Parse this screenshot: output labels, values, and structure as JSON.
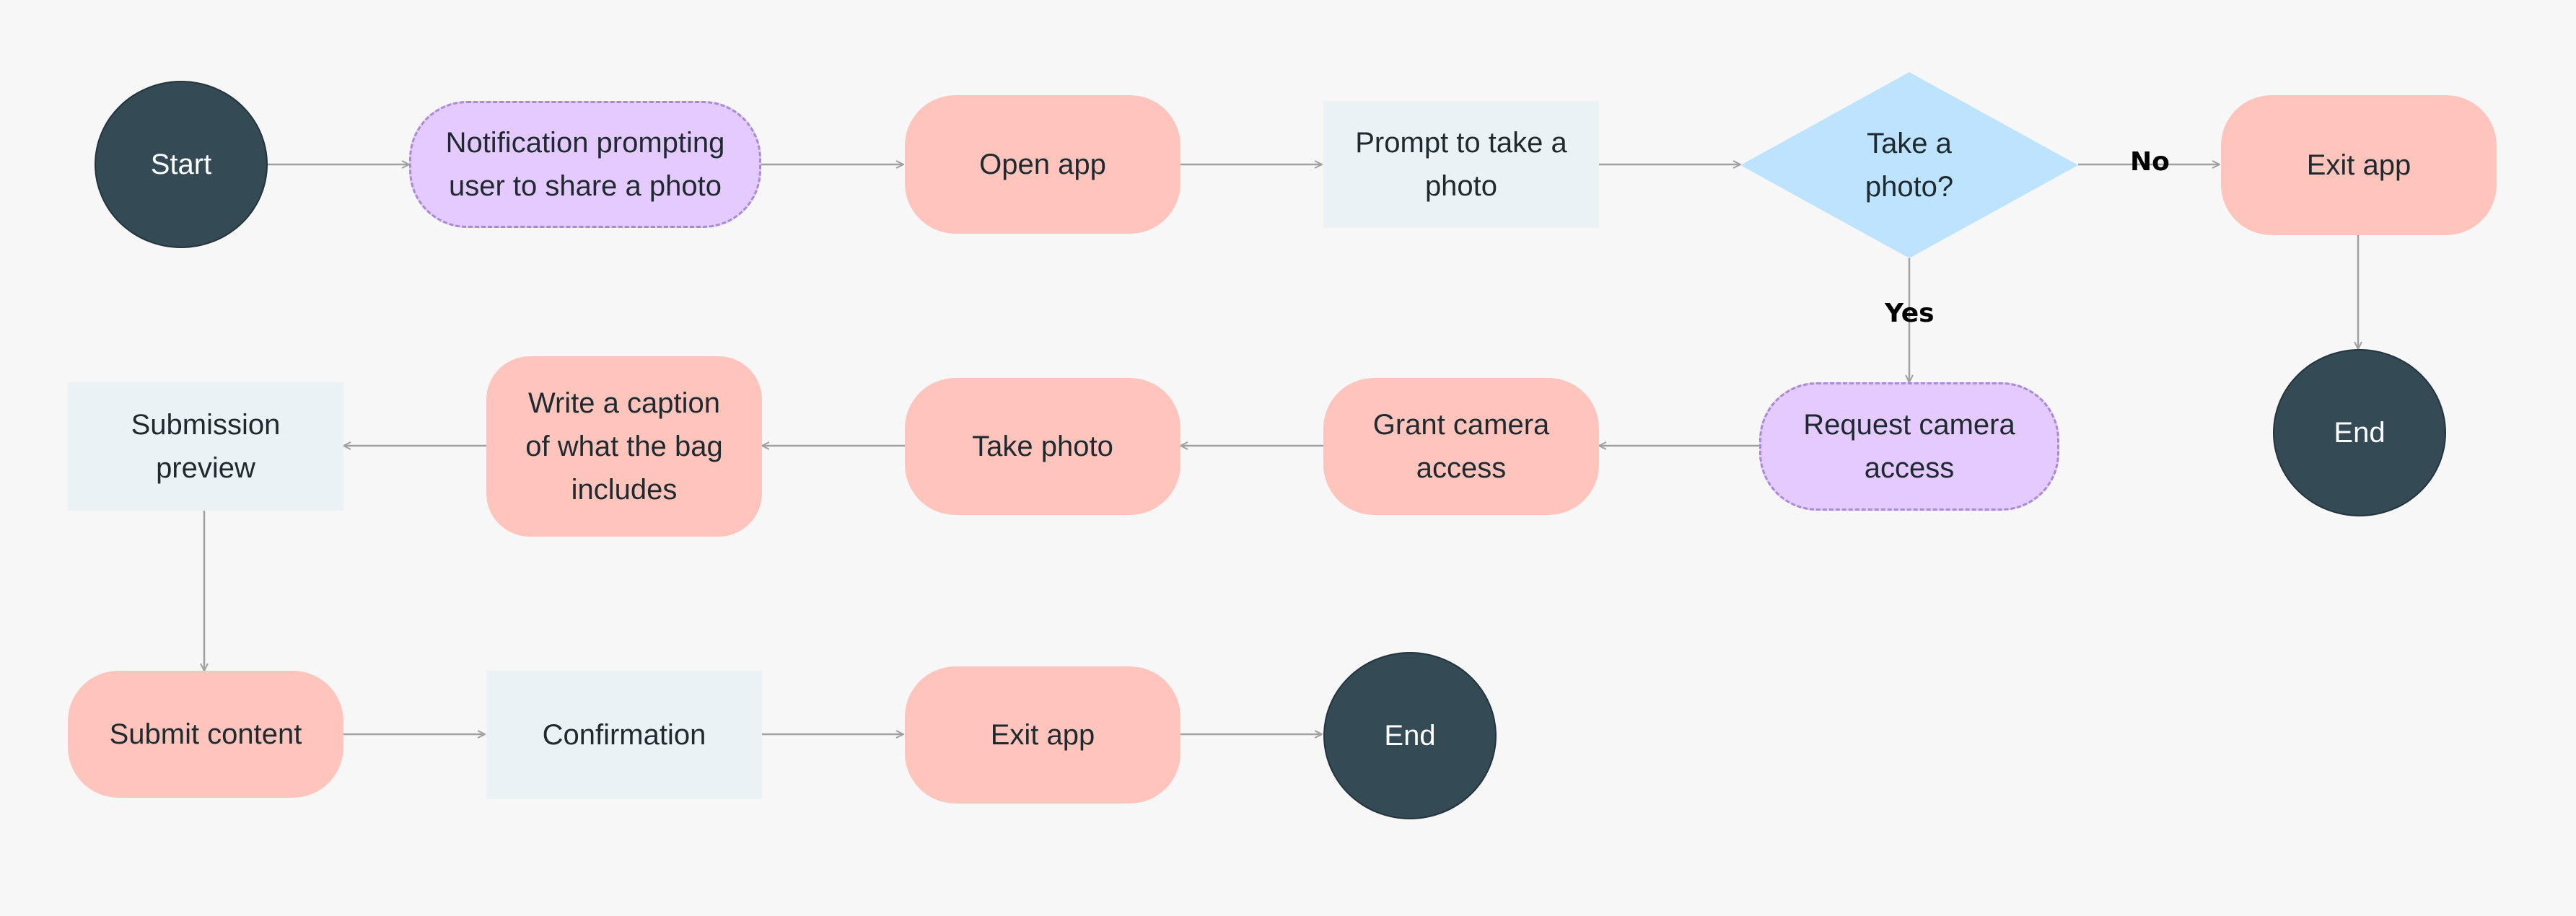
{
  "nodes": {
    "start": "Start",
    "notification": "Notification prompting\nuser to share a photo",
    "open_app": "Open app",
    "prompt_photo": "Prompt to take a\nphoto",
    "decision": "Take a\nphoto?",
    "exit_app_top": "Exit app",
    "end_top": "End",
    "request_camera": "Request camera\naccess",
    "grant_camera": "Grant camera\naccess",
    "take_photo": "Take photo",
    "write_caption": "Write a caption\nof what the bag\nincludes",
    "submission_preview": "Submission\npreview",
    "submit_content": "Submit content",
    "confirmation": "Confirmation",
    "exit_app_bottom": "Exit app",
    "end_bottom": "End"
  },
  "edge_labels": {
    "no": "No",
    "yes": "Yes"
  },
  "colors": {
    "circle": "#344a55",
    "pill": "#ffc5bd",
    "dashed_fill": "#e4caff",
    "dashed_border": "#a78bd3",
    "rect": "#ebf2f5",
    "diamond": "#bde3ff",
    "edge": "#a0a0a0"
  }
}
